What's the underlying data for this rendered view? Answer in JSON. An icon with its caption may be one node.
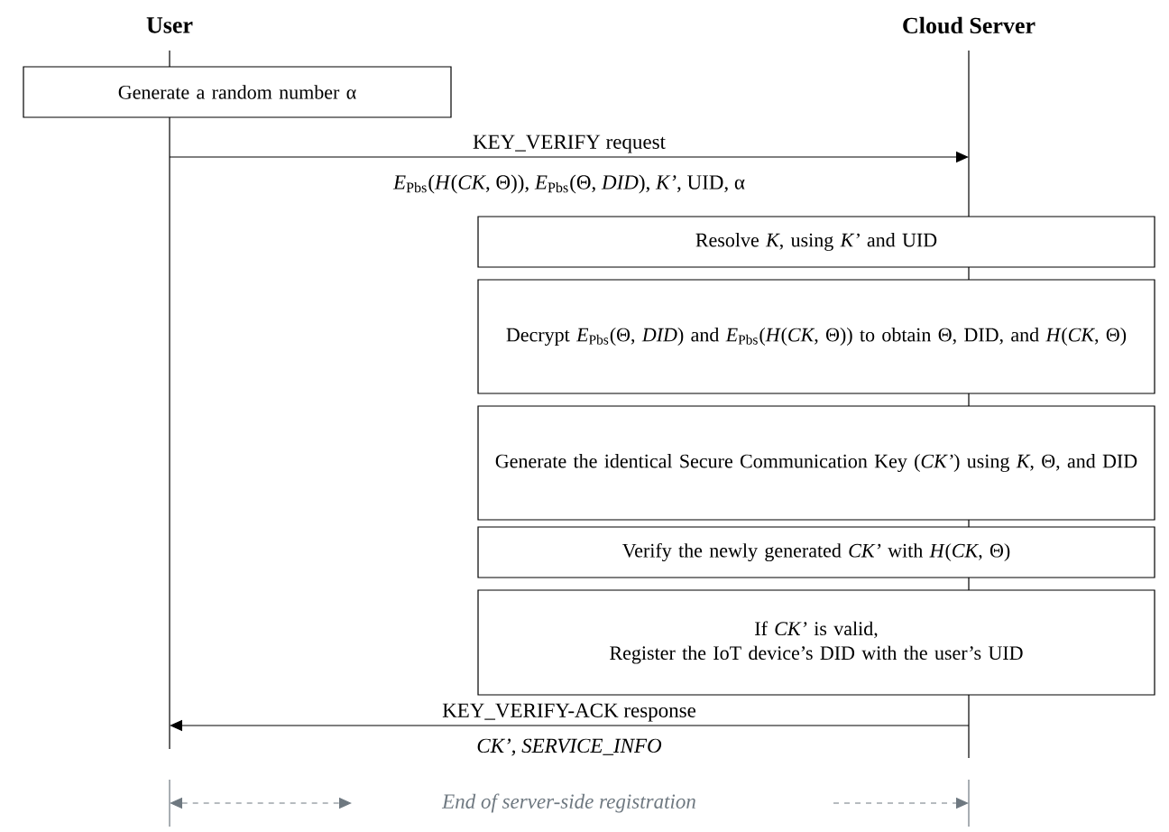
{
  "diagram": {
    "nodes": [
      {
        "text": [
          "User"
        ]
      },
      {
        "text": [
          "Cloud Server"
        ]
      },
      {
        "text": [
          "Generate a random number α"
        ]
      },
      {
        "text": [
          "Resolve *K*, using *K’* and UID"
        ]
      },
      {
        "text": [
          "Decrypt *E*$_{Pbs}$(Θ, *DID*) and *E*$_{Pbs}$(*H*(*CK*, Θ)) to obtain Θ, DID, and *H*(*CK*, Θ)"
        ]
      },
      {
        "text": [
          "Generate the identical Secure Communication Key (*CK’*) using *K*, Θ, and DID"
        ]
      },
      {
        "text": [
          "Verify the newly generated *CK’* with *H*(*CK*, Θ)"
        ]
      },
      {
        "text": [
          "If *CK’* is valid,",
          "Register the IoT device’s DID with the user’s UID"
        ]
      }
    ],
    "edges": [
      {
        "from": 0,
        "to": 1,
        "arrow": "to",
        "label": "KEY_VERIFY request"
      },
      {
        "from": 1,
        "to": 0,
        "arrow": "to",
        "label": "KEY_VERIFY-ACK response"
      }
    ],
    "labels": [
      "*E*$_{Pbs}$(*H*(*CK*, Θ)), *E*$_{Pbs}$(Θ, *DID*), *K’*, UID, α",
      "CK’, SERVICE_INFO",
      "End of server-side registration"
    ]
  }
}
